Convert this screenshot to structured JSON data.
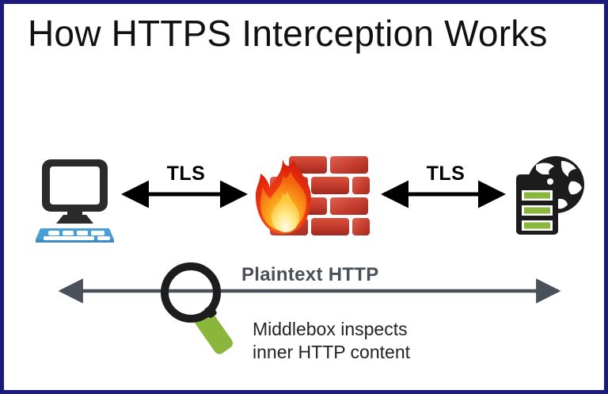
{
  "page": {
    "title": "How HTTPS Interception Works",
    "border_color": "#1b1b7e",
    "background_color": "#ffffff"
  },
  "diagram": {
    "nodes": [
      {
        "id": "client",
        "icon": "desktop-computer-icon",
        "label": "",
        "colors": {
          "monitor": "#2b2b2b",
          "keyboard": "#4a9ed6"
        }
      },
      {
        "id": "middlebox",
        "icon": "firewall-brick-flame-icon",
        "label": "",
        "colors": {
          "brick": "#c0392b",
          "flame_outer": "#e8301d",
          "flame_inner": "#ffd24a"
        }
      },
      {
        "id": "server",
        "icon": "server-globe-icon",
        "label": "",
        "colors": {
          "server": "#1c1c1c",
          "leds": "#8bb63c",
          "globe": "#1c1c1c"
        }
      }
    ],
    "connectors": [
      {
        "id": "tls-left",
        "label": "TLS",
        "style": "double-arrow",
        "color": "#000000",
        "from": "client",
        "to": "middlebox"
      },
      {
        "id": "tls-right",
        "label": "TLS",
        "style": "double-arrow",
        "color": "#000000",
        "from": "middlebox",
        "to": "server"
      },
      {
        "id": "plaintext",
        "label": "Plaintext HTTP",
        "style": "double-arrow",
        "color": "#4a5059",
        "from": "client",
        "to": "server"
      }
    ],
    "annotations": [
      {
        "id": "inspection-note",
        "icon": "magnifying-glass-icon",
        "icon_colors": {
          "ring": "#1d1d1d",
          "handle": "#8bb63c"
        },
        "lines": [
          "Middlebox inspects",
          "inner HTTP content"
        ],
        "color": "#232323"
      }
    ],
    "label_plaintext": "Plaintext HTTP",
    "label_tls": "TLS",
    "caption_line_1": "Middlebox inspects",
    "caption_line_2": "inner HTTP content"
  }
}
